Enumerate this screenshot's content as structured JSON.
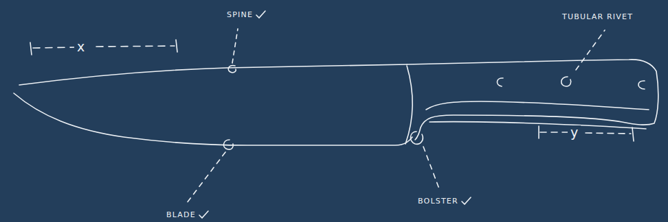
{
  "diagram": {
    "labels": [
      "SPINE",
      "TUBULAR RIVET",
      "BOLSTER",
      "BLADE",
      "x",
      "y"
    ]
  }
}
